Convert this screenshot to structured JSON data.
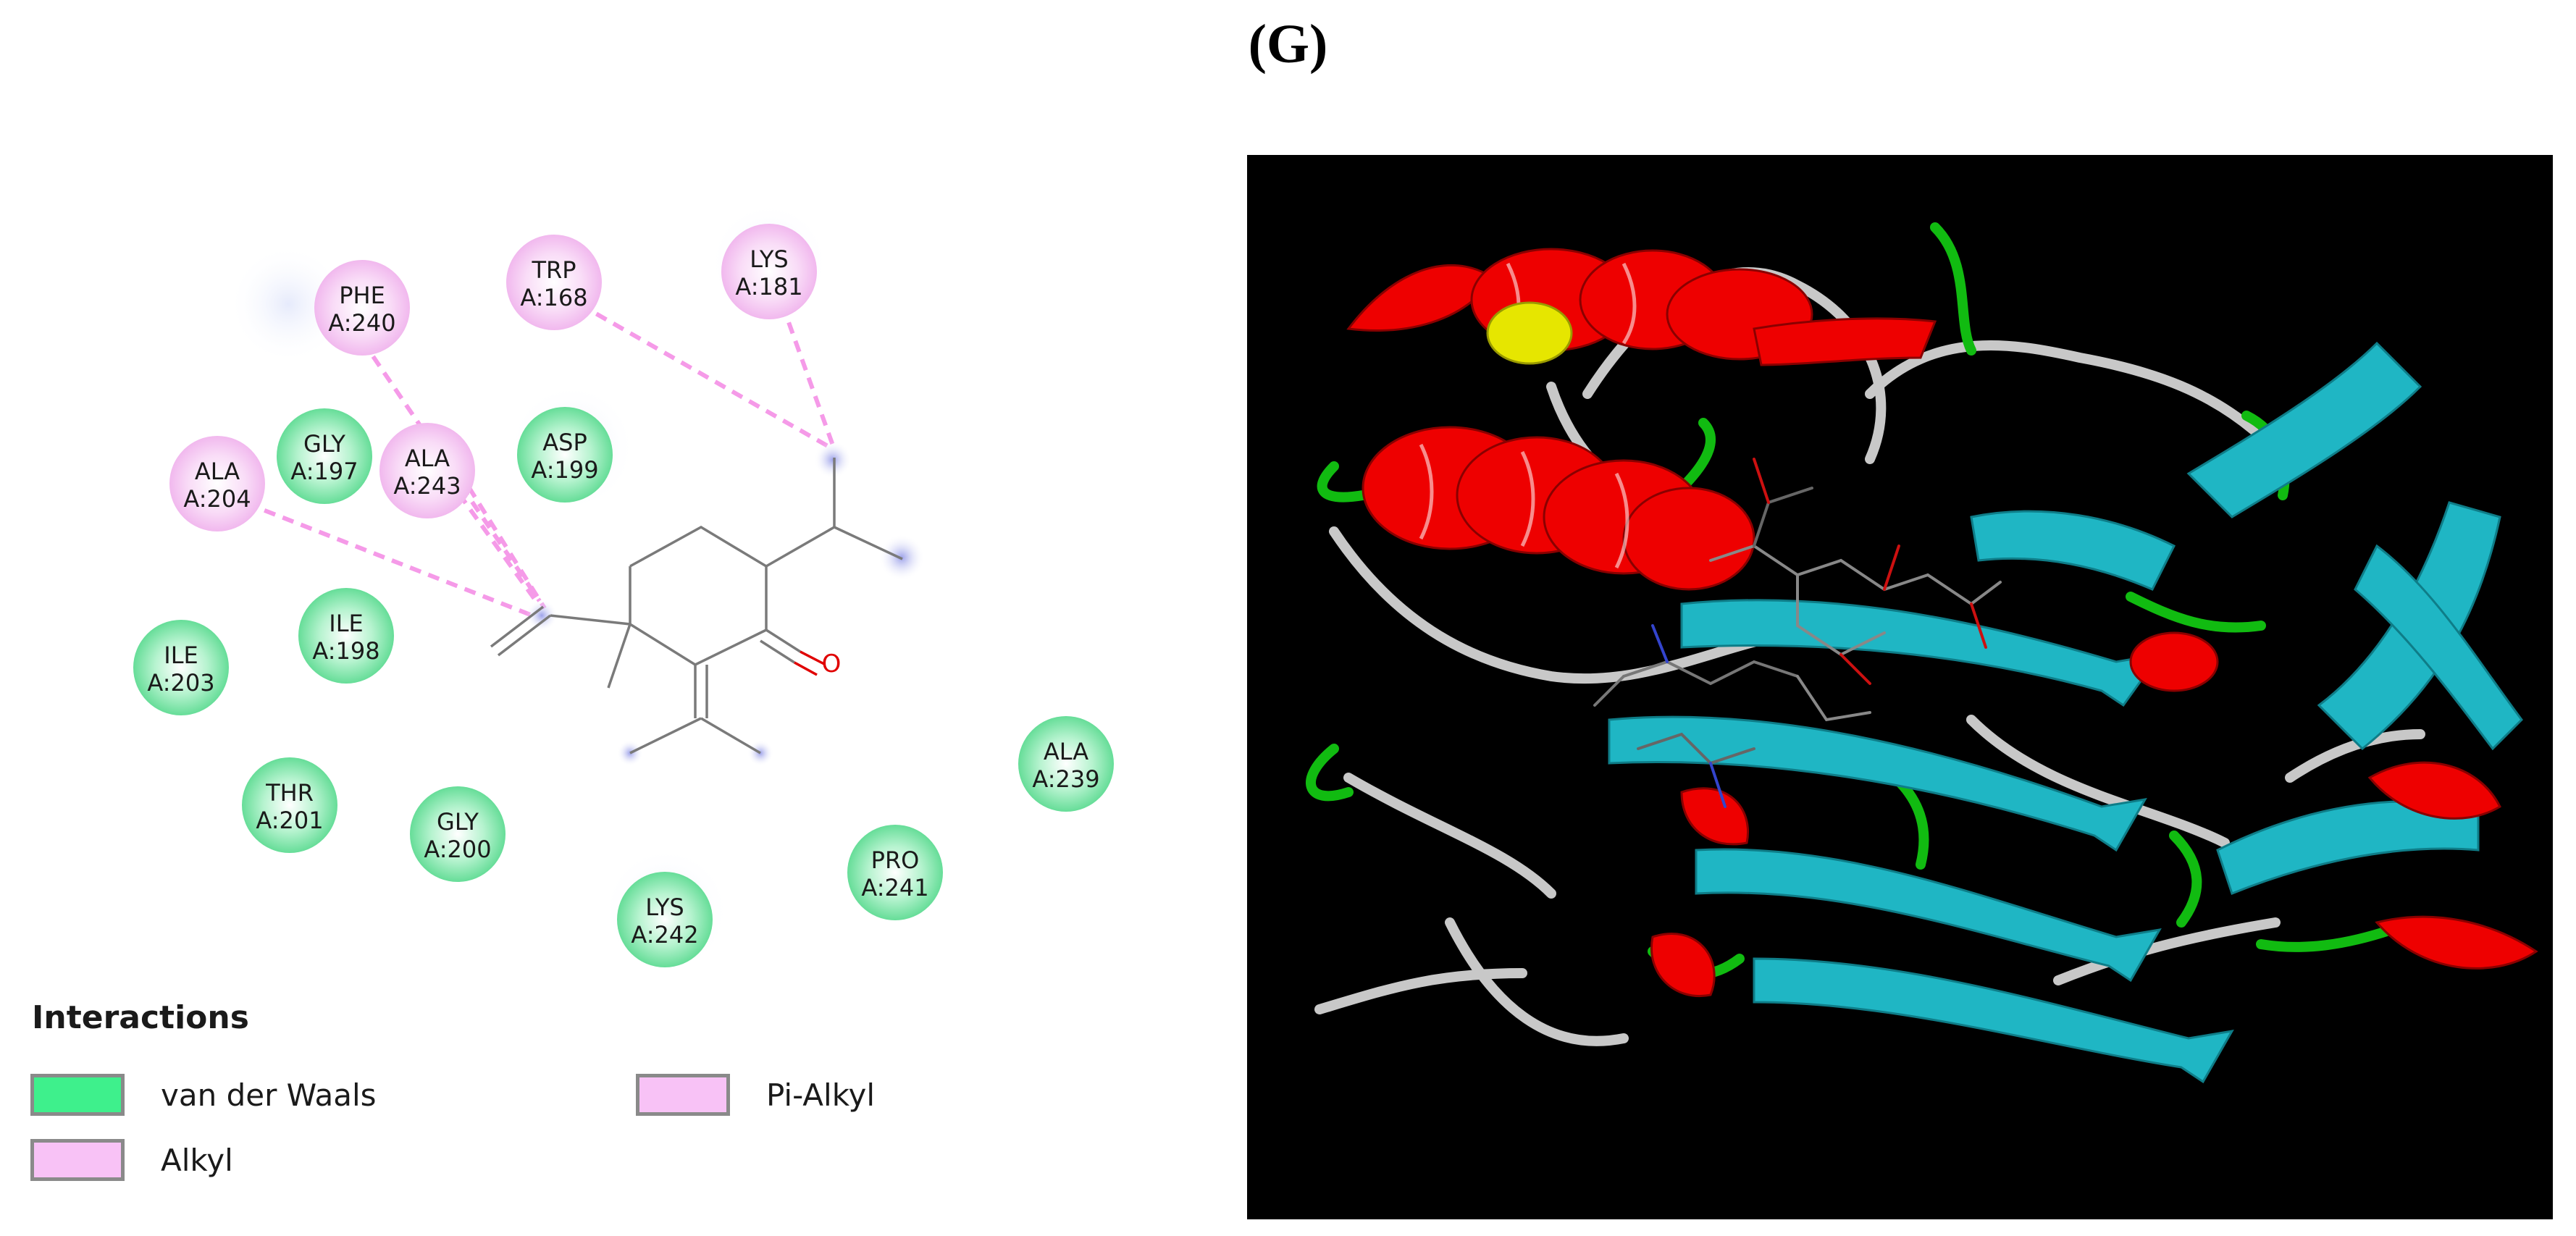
{
  "panel_label": "(G)",
  "residues": [
    {
      "id": "res-phe240",
      "name": "PHE",
      "chain": "A:240",
      "type": "alkyl"
    },
    {
      "id": "res-trp168",
      "name": "TRP",
      "chain": "A:168",
      "type": "alkyl"
    },
    {
      "id": "res-lys181",
      "name": "LYS",
      "chain": "A:181",
      "type": "alkyl"
    },
    {
      "id": "res-ala204",
      "name": "ALA",
      "chain": "A:204",
      "type": "alkyl"
    },
    {
      "id": "res-gly197",
      "name": "GLY",
      "chain": "A:197",
      "type": "vdw"
    },
    {
      "id": "res-ala243",
      "name": "ALA",
      "chain": "A:243",
      "type": "alkyl"
    },
    {
      "id": "res-asp199",
      "name": "ASP",
      "chain": "A:199",
      "type": "vdw"
    },
    {
      "id": "res-ile198",
      "name": "ILE",
      "chain": "A:198",
      "type": "vdw"
    },
    {
      "id": "res-ile203",
      "name": "ILE",
      "chain": "A:203",
      "type": "vdw"
    },
    {
      "id": "res-thr201",
      "name": "THR",
      "chain": "A:201",
      "type": "vdw"
    },
    {
      "id": "res-gly200",
      "name": "GLY",
      "chain": "A:200",
      "type": "vdw"
    },
    {
      "id": "res-lys242",
      "name": "LYS",
      "chain": "A:242",
      "type": "vdw"
    },
    {
      "id": "res-pro241",
      "name": "PRO",
      "chain": "A:241",
      "type": "vdw"
    },
    {
      "id": "res-ala239",
      "name": "ALA",
      "chain": "A:239",
      "type": "vdw"
    }
  ],
  "ligand": {
    "oxygen_label": "O"
  },
  "legend": {
    "title": "Interactions",
    "items": [
      {
        "label": "van der Waals",
        "color": "#3ef08c"
      },
      {
        "label": "Pi-Alkyl",
        "color": "#f8c2f6"
      },
      {
        "label": "Alkyl",
        "color": "#f8c2f6"
      }
    ]
  },
  "colors": {
    "vdw_fill": "#8ef0b4",
    "alkyl_fill": "#f7cdf5",
    "interaction_line": "#f59ae8",
    "ligand_bond": "#7a7a7a",
    "oxygen": "#e00000",
    "protein_background": "#000000",
    "helix": "#ee0000",
    "sheet": "#1fb6c4",
    "coil": "#c8c8c8",
    "turn": "#11bb11"
  }
}
